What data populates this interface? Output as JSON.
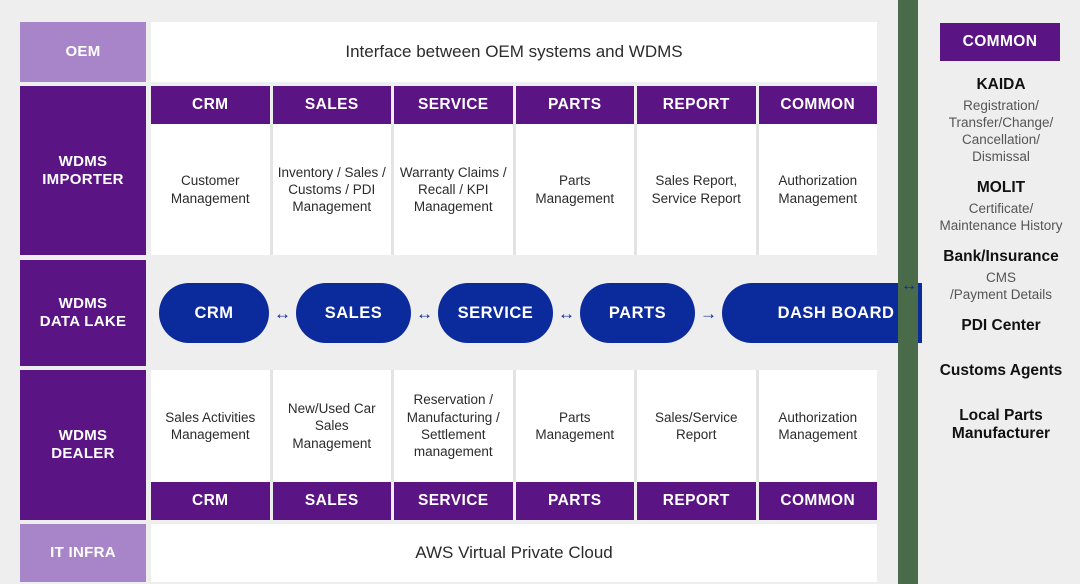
{
  "matrix": {
    "columns": [
      "CRM",
      "SALES",
      "SERVICE",
      "PARTS",
      "REPORT",
      "COMMON"
    ],
    "rows": {
      "oem": {
        "label": "OEM",
        "banner": "Interface between OEM systems and WDMS"
      },
      "importer": {
        "label": "WDMS\nIMPORTER",
        "label_line1": "WDMS",
        "label_line2": "IMPORTER",
        "headers": [
          "CRM",
          "SALES",
          "SERVICE",
          "PARTS",
          "REPORT",
          "COMMON"
        ],
        "cells": [
          "Customer Management",
          "Inventory / Sales / Customs / PDI Management",
          "Warranty Claims / Recall / KPI Management",
          "Parts Management",
          "Sales Report, Service Report",
          "Authorization Management"
        ]
      },
      "datalake": {
        "label_line1": "WDMS",
        "label_line2": "DATA LAKE",
        "nodes": [
          "CRM",
          "SALES",
          "SERVICE",
          "PARTS",
          "DASH BOARD"
        ],
        "connectors": [
          "↔",
          "↔",
          "↔",
          "→"
        ],
        "external_connector": "↔"
      },
      "dealer": {
        "label_line1": "WDMS",
        "label_line2": "DEALER",
        "cells": [
          "Sales Activities Management",
          "New/Used Car Sales Management",
          "Reservation / Manufacturing / Settlement management",
          "Parts Management",
          "Sales/Service Report",
          "Authorization Management"
        ],
        "headers": [
          "CRM",
          "SALES",
          "SERVICE",
          "PARTS",
          "REPORT",
          "COMMON"
        ]
      },
      "itinfra": {
        "label": "IT INFRA",
        "banner": "AWS Virtual Private Cloud"
      }
    }
  },
  "sidebar": {
    "common_button": "COMMON",
    "items": [
      {
        "title": "KAIDA",
        "sub": "Registration/\nTransfer/Change/\nCancellation/\nDismissal"
      },
      {
        "title": "MOLIT",
        "sub": "Certificate/\nMaintenance History"
      },
      {
        "title": "Bank/Insurance",
        "sub": "CMS\n/Payment Details"
      },
      {
        "title": "PDI Center",
        "sub": ""
      },
      {
        "title": "Customs Agents",
        "sub": ""
      },
      {
        "title": "Local Parts\nManufacturer",
        "sub": ""
      }
    ]
  },
  "colors": {
    "purple_dark": "#5b1484",
    "purple_light": "#a785c8",
    "blue": "#0b2a9c",
    "green_divider": "#4a6b4a",
    "background": "#eeeeee"
  }
}
